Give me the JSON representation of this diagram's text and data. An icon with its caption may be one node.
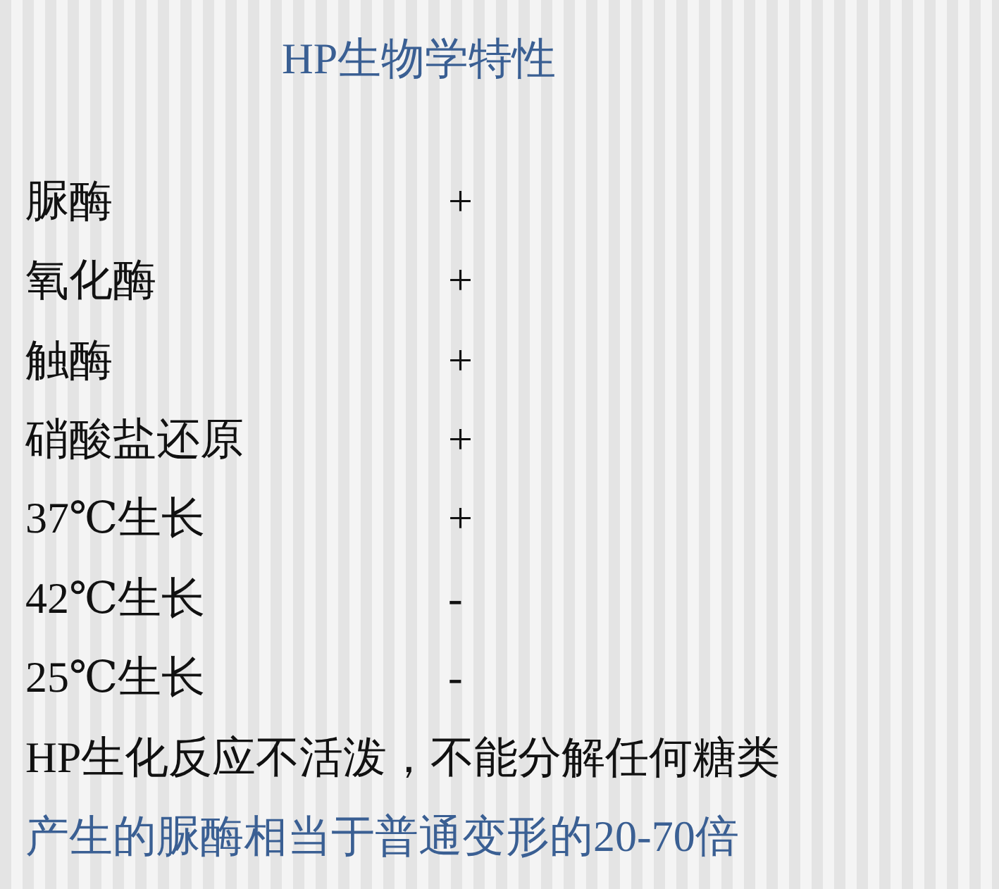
{
  "diagram": {
    "title": "HP生物学特性",
    "labels": [
      "脲酶",
      "+",
      "氧化酶",
      "+",
      "触酶",
      "+",
      "硝酸盐还原",
      "+",
      "37℃生长",
      "+",
      "42℃生长",
      "-",
      "25℃生长",
      "-",
      "HP生化反应不活泼，不能分解任何糖类",
      "产生的脲酶相当于普通变形的20-70倍"
    ]
  }
}
